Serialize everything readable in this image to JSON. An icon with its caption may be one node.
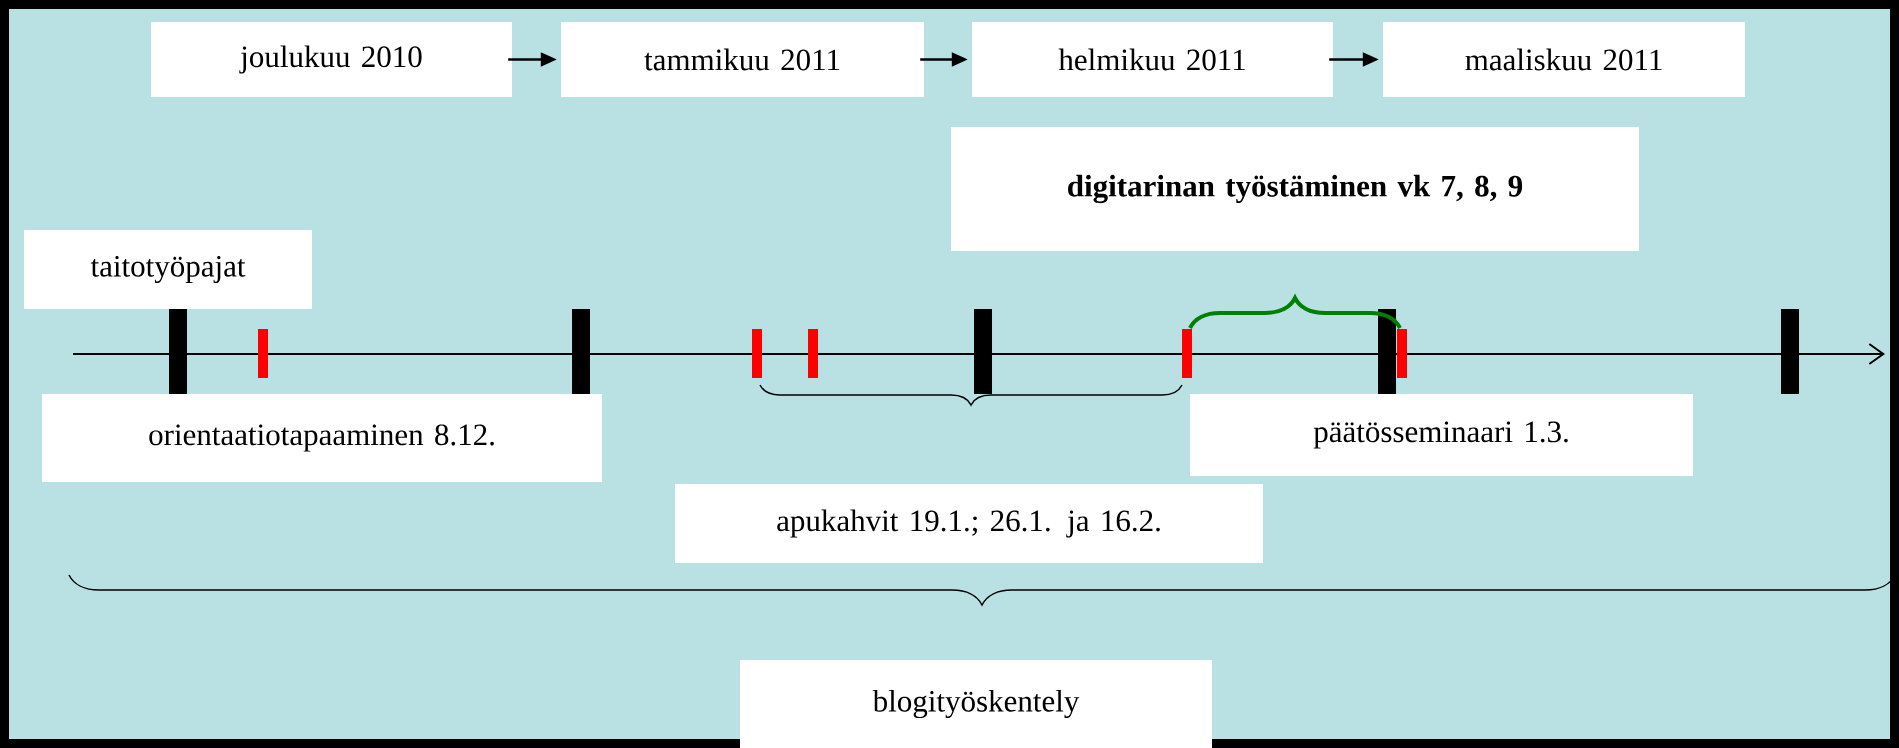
{
  "diagram": {
    "nodes": [
      {
        "text": [
          "joulukuu 2010"
        ]
      },
      {
        "text": [
          "tammikuu 2011"
        ]
      },
      {
        "text": [
          "helmikuu 2011"
        ]
      },
      {
        "text": [
          "maaliskuu 2011"
        ]
      },
      {
        "text": [
          "digitarinan työstäminen vk 7, 8, 9"
        ]
      },
      {
        "text": [
          "taitotyöpajat"
        ]
      },
      {
        "text": [
          "orientaatiotapaaminen 8.12."
        ]
      },
      {
        "text": [
          "päätösseminaari 1.3."
        ]
      },
      {
        "text": [
          "apukahvit 19.1.; 26.1. ja 16.2."
        ]
      },
      {
        "text": [
          "blogityöskentely"
        ]
      }
    ],
    "edges": [
      {
        "from": 0,
        "to": 1,
        "arrow": "to"
      },
      {
        "from": 1,
        "to": 2,
        "arrow": "to"
      },
      {
        "from": 2,
        "to": 3,
        "arrow": "to"
      }
    ]
  }
}
